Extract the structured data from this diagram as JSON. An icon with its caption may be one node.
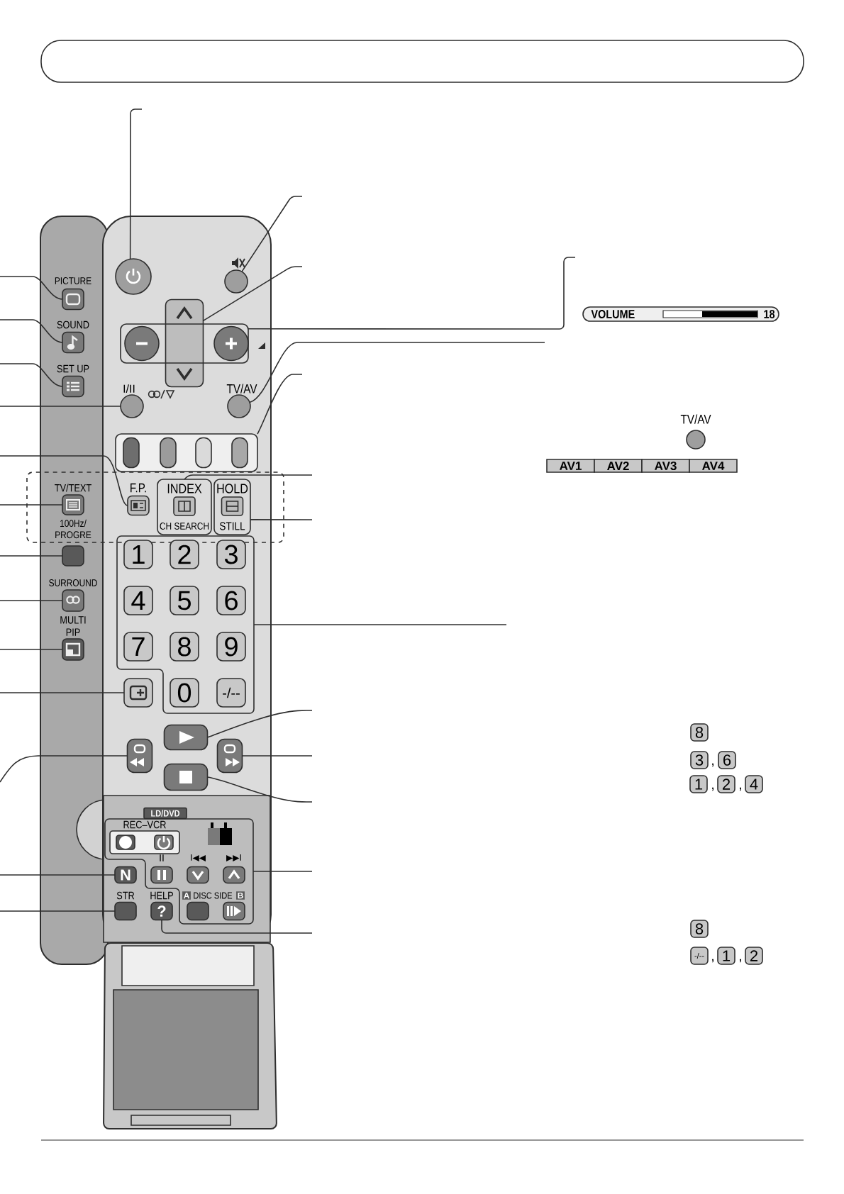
{
  "diagram": {
    "nodes": [
      {
        "text": [],
        "shape": "circle"
      },
      {
        "text": [],
        "shape": "circle"
      },
      {
        "text": [],
        "shape": "box"
      },
      {
        "text": [],
        "shape": "box"
      },
      {
        "text": [
          "PICTURE"
        ]
      },
      {
        "text": [
          "SOUND"
        ]
      },
      {
        "text": [
          "SET UP"
        ]
      },
      {
        "text": [
          "I/II"
        ]
      },
      {
        "text": [
          "TV/AV"
        ]
      },
      {
        "text": [],
        "shape": "box"
      },
      {
        "text": [
          "TV/TEXT"
        ]
      },
      {
        "text": [
          "F.P."
        ]
      },
      {
        "text": [
          "INDEX",
          "CH SEARCH"
        ]
      },
      {
        "text": [
          "HOLD",
          "STILL"
        ]
      },
      {
        "text": [
          "100Hz/ PROGRE"
        ]
      },
      {
        "text": [],
        "shape": "box"
      },
      {
        "text": [
          "1"
        ],
        "in": 15
      },
      {
        "text": [
          "2"
        ],
        "in": 15
      },
      {
        "text": [
          "3"
        ],
        "in": 15
      },
      {
        "text": [
          "4"
        ],
        "in": 15
      },
      {
        "text": [
          "5"
        ],
        "in": 15
      },
      {
        "text": [
          "6"
        ],
        "in": 15
      },
      {
        "text": [
          "7"
        ],
        "in": 15
      },
      {
        "text": [
          "8"
        ],
        "in": 15
      },
      {
        "text": [
          "9"
        ],
        "in": 15
      },
      {
        "text": [
          "SURROUND"
        ]
      },
      {
        "text": [
          "MULTI PIP"
        ]
      },
      {
        "text": [],
        "shape": "box"
      },
      {
        "text": [
          "0"
        ],
        "in": 15
      },
      {
        "text": [
          "-/--"
        ],
        "in": 15
      },
      {
        "text": [],
        "shape": "box"
      },
      {
        "text": [],
        "shape": "box"
      },
      {
        "text": [],
        "shape": "box"
      },
      {
        "text": [],
        "shape": "box"
      },
      {
        "text": [
          "LD/DVD"
        ]
      },
      {
        "text": [],
        "shape": "box"
      },
      {
        "text": [
          "REC–VCR"
        ],
        "in": 35
      },
      {
        "text": [
          "N"
        ]
      },
      {
        "text": [
          "II"
        ],
        "in": 35
      },
      {
        "text": [
          "I◀◀"
        ],
        "in": 35
      },
      {
        "text": [
          "▶▶I"
        ],
        "in": 35
      },
      {
        "text": [
          "STR"
        ]
      },
      {
        "text": [
          "HELP",
          "?"
        ]
      },
      {
        "text": [],
        "shape": "box",
        "in": 35
      },
      {
        "text": [],
        "shape": "box",
        "in": 35
      },
      {
        "text": [
          "VOLUME",
          "18"
        ]
      },
      {
        "text": [
          "TV/AV"
        ]
      },
      {
        "text": [
          "AV1"
        ]
      },
      {
        "text": [
          "AV2"
        ]
      },
      {
        "text": [
          "AV3"
        ]
      },
      {
        "text": [
          "AV4"
        ]
      },
      {
        "text": [
          "8"
        ]
      },
      {
        "text": [
          "3"
        ]
      },
      {
        "text": [
          "6"
        ]
      },
      {
        "text": [
          "1"
        ]
      },
      {
        "text": [
          "2"
        ]
      },
      {
        "text": [
          "4"
        ]
      },
      {
        "text": [
          "8"
        ]
      },
      {
        "text": [
          "-/--"
        ]
      },
      {
        "text": [
          "1"
        ]
      },
      {
        "text": [
          "2"
        ]
      }
    ],
    "edges": [
      {
        "from": null,
        "to": 0,
        "arrow": "none"
      },
      {
        "from": null,
        "to": 1,
        "arrow": "none"
      },
      {
        "from": null,
        "to": 2,
        "arrow": "none"
      },
      {
        "from": null,
        "to": 3,
        "arrow": "none"
      },
      {
        "from": null,
        "to": 4,
        "arrow": "none"
      },
      {
        "from": null,
        "to": 5,
        "arrow": "none"
      },
      {
        "from": null,
        "to": 6,
        "arrow": "none"
      },
      {
        "from": null,
        "to": 7,
        "arrow": "none"
      },
      {
        "from": null,
        "to": 8,
        "arrow": "none"
      },
      {
        "from": null,
        "to": 9,
        "arrow": "none"
      },
      {
        "from": null,
        "to": 10,
        "arrow": "none"
      },
      {
        "from": null,
        "to": 11,
        "arrow": "none"
      },
      {
        "from": null,
        "to": 12,
        "arrow": "none"
      },
      {
        "from": null,
        "to": 13,
        "arrow": "none"
      },
      {
        "from": null,
        "to": 14,
        "arrow": "none"
      },
      {
        "from": null,
        "to": 15,
        "arrow": "none"
      },
      {
        "from": null,
        "to": 25,
        "arrow": "none"
      },
      {
        "from": null,
        "to": 26,
        "arrow": "none"
      },
      {
        "from": null,
        "to": 27,
        "arrow": "none"
      },
      {
        "from": null,
        "to": 30,
        "arrow": "none"
      },
      {
        "from": null,
        "to": 31,
        "arrow": "none"
      },
      {
        "from": null,
        "to": 32,
        "arrow": "none"
      },
      {
        "from": null,
        "to": 33,
        "arrow": "none"
      },
      {
        "from": null,
        "to": 35,
        "arrow": "none"
      },
      {
        "from": null,
        "to": 37,
        "arrow": "none"
      },
      {
        "from": null,
        "to": 41,
        "arrow": "none"
      },
      {
        "from": null,
        "to": 42,
        "arrow": "none"
      }
    ],
    "labels": [
      ",",
      ",",
      ",",
      "A",
      "DISC SIDE",
      "B",
      ",",
      ","
    ]
  }
}
